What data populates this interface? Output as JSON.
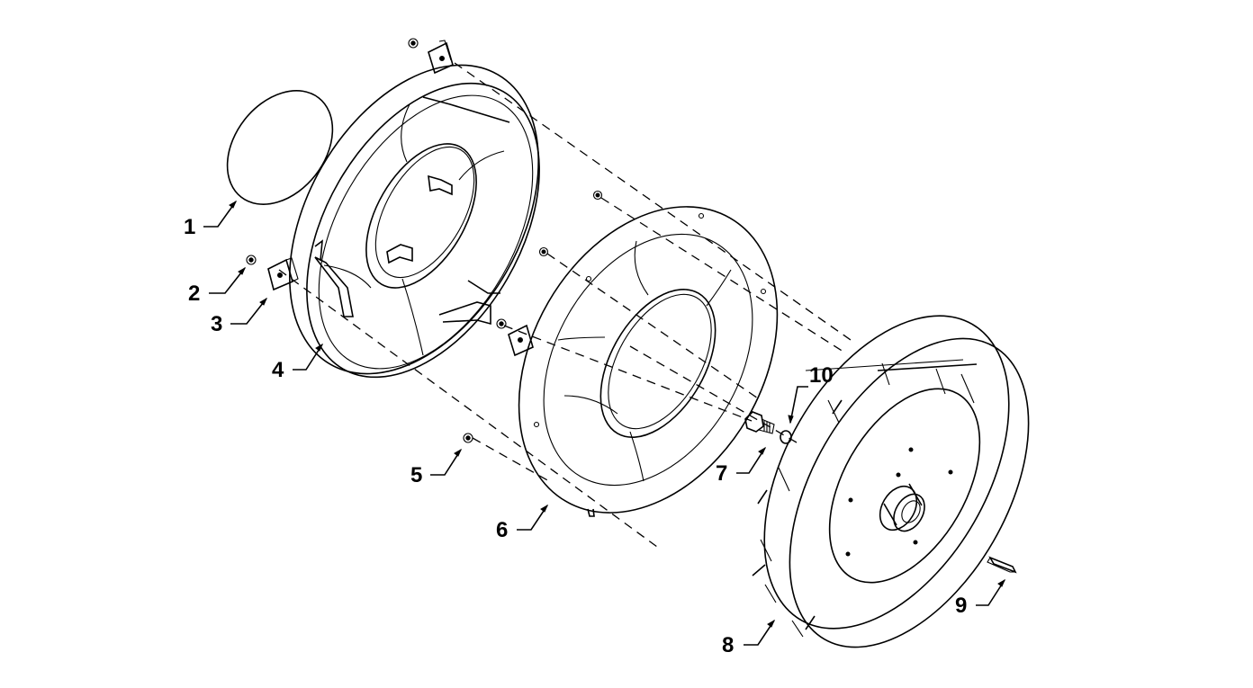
{
  "callouts": [
    {
      "id": "c1",
      "label": "1"
    },
    {
      "id": "c2",
      "label": "2"
    },
    {
      "id": "c3",
      "label": "3"
    },
    {
      "id": "c4",
      "label": "4"
    },
    {
      "id": "c5",
      "label": "5"
    },
    {
      "id": "c6",
      "label": "6"
    },
    {
      "id": "c7",
      "label": "7"
    },
    {
      "id": "c8",
      "label": "8"
    },
    {
      "id": "c9",
      "label": "9"
    },
    {
      "id": "c10",
      "label": "10"
    }
  ]
}
